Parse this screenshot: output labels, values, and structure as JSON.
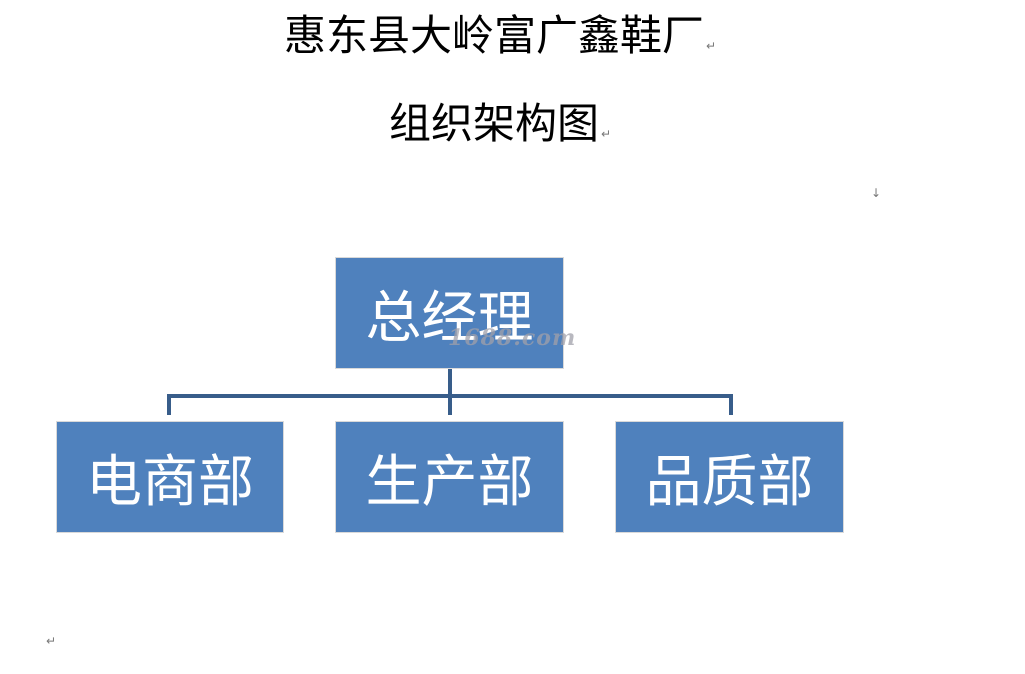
{
  "title": {
    "line1": "惠东县大岭富广鑫鞋厂",
    "line2": "组织架构图",
    "para_mark": "↵"
  },
  "marks": {
    "arrow_down": "↓",
    "para_mark": "↵"
  },
  "org_chart": {
    "root": "总经理",
    "children": [
      "电商部",
      "生产部",
      "品质部"
    ]
  },
  "watermark": "1688.com",
  "colors": {
    "box_fill": "#4f81bd",
    "connector": "#385d8a",
    "box_text": "#ffffff"
  }
}
